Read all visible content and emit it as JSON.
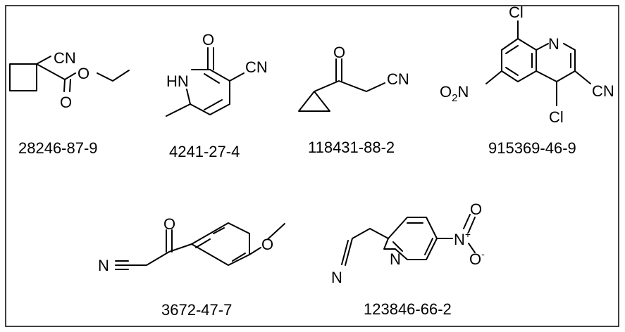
{
  "compounds": [
    {
      "cas": "28246-87-9",
      "labels": {
        "cn": "CN",
        "o1": "O",
        "o2": "O"
      }
    },
    {
      "cas": "4241-27-4",
      "labels": {
        "hn": "HN",
        "o": "O",
        "cn": "CN"
      }
    },
    {
      "cas": "118431-88-2",
      "labels": {
        "o": "O",
        "cn": "CN"
      }
    },
    {
      "cas": "915369-46-9",
      "labels": {
        "cl_top": "Cl",
        "n": "N",
        "o2n_o": "O",
        "o2n_sub": "2",
        "o2n_n": "N",
        "cn": "CN",
        "cl_bottom": "Cl"
      }
    },
    {
      "cas": "3672-47-7",
      "labels": {
        "o": "O",
        "nc": "N",
        "o_me": "O"
      }
    },
    {
      "cas": "123846-66-2",
      "labels": {
        "o_top": "O",
        "n_plus": "N",
        "plus": "+",
        "o_minus": "O",
        "minus": "-",
        "n_pyr": "N",
        "n_nitrile": "N"
      }
    }
  ]
}
